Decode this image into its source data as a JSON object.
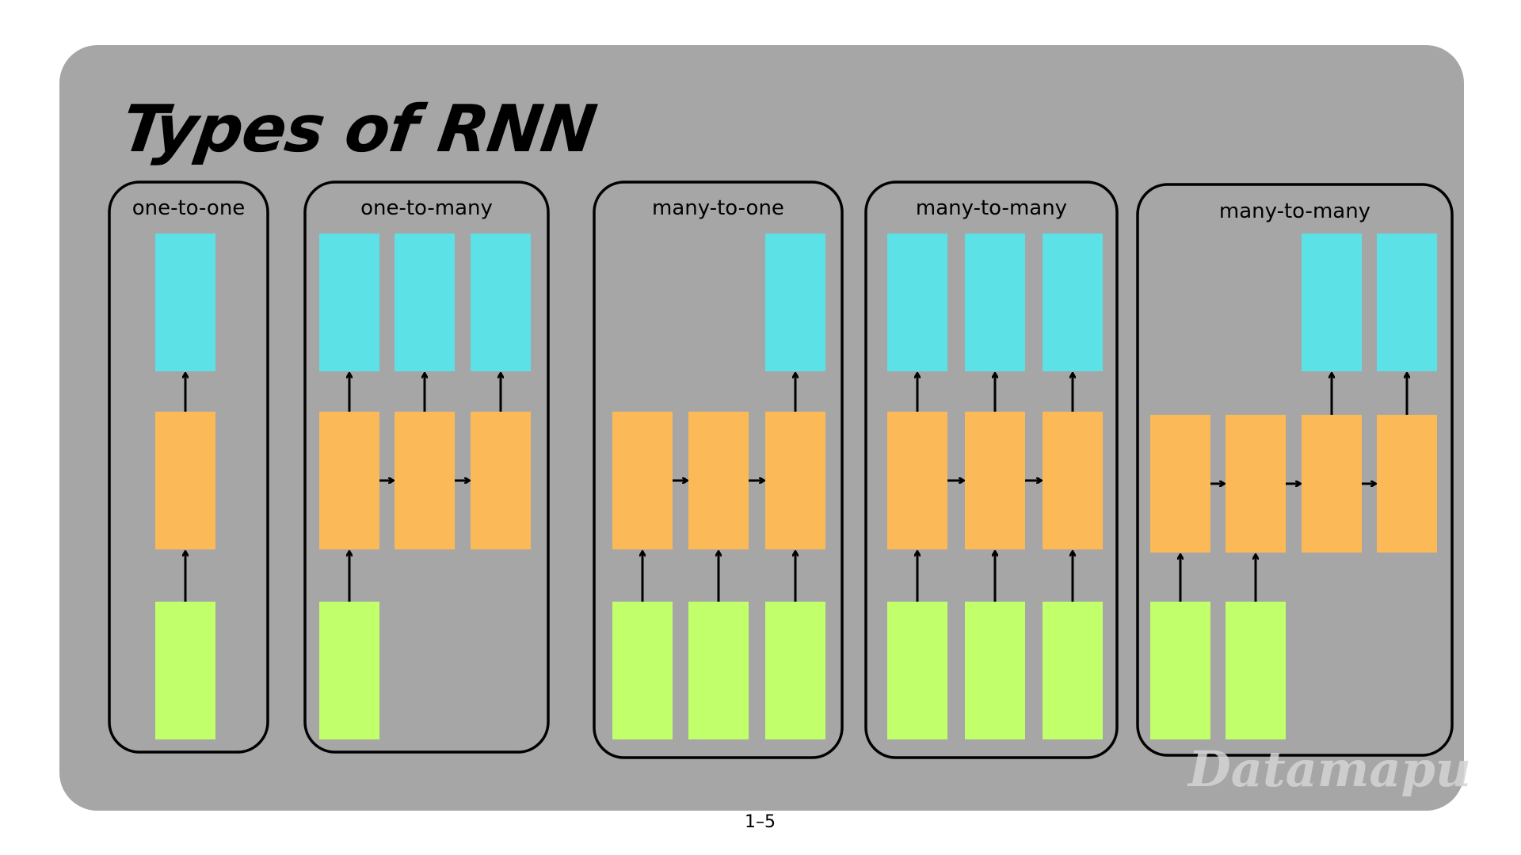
{
  "title": "Types of RNN",
  "watermark": "Datamapu",
  "page_label": "1–5",
  "colors": {
    "background_panel": "#a6a6a6",
    "output_box": "#5ce1e6",
    "hidden_box": "#fbb957",
    "input_box": "#c1ff6b",
    "stroke": "#000000",
    "watermark": "#d4d4d4"
  },
  "groups": [
    {
      "name": "one-to-one"
    },
    {
      "name": "one-to-many"
    },
    {
      "name": "many-to-one"
    },
    {
      "name": "many-to-many"
    },
    {
      "name": "many-to-many"
    }
  ]
}
